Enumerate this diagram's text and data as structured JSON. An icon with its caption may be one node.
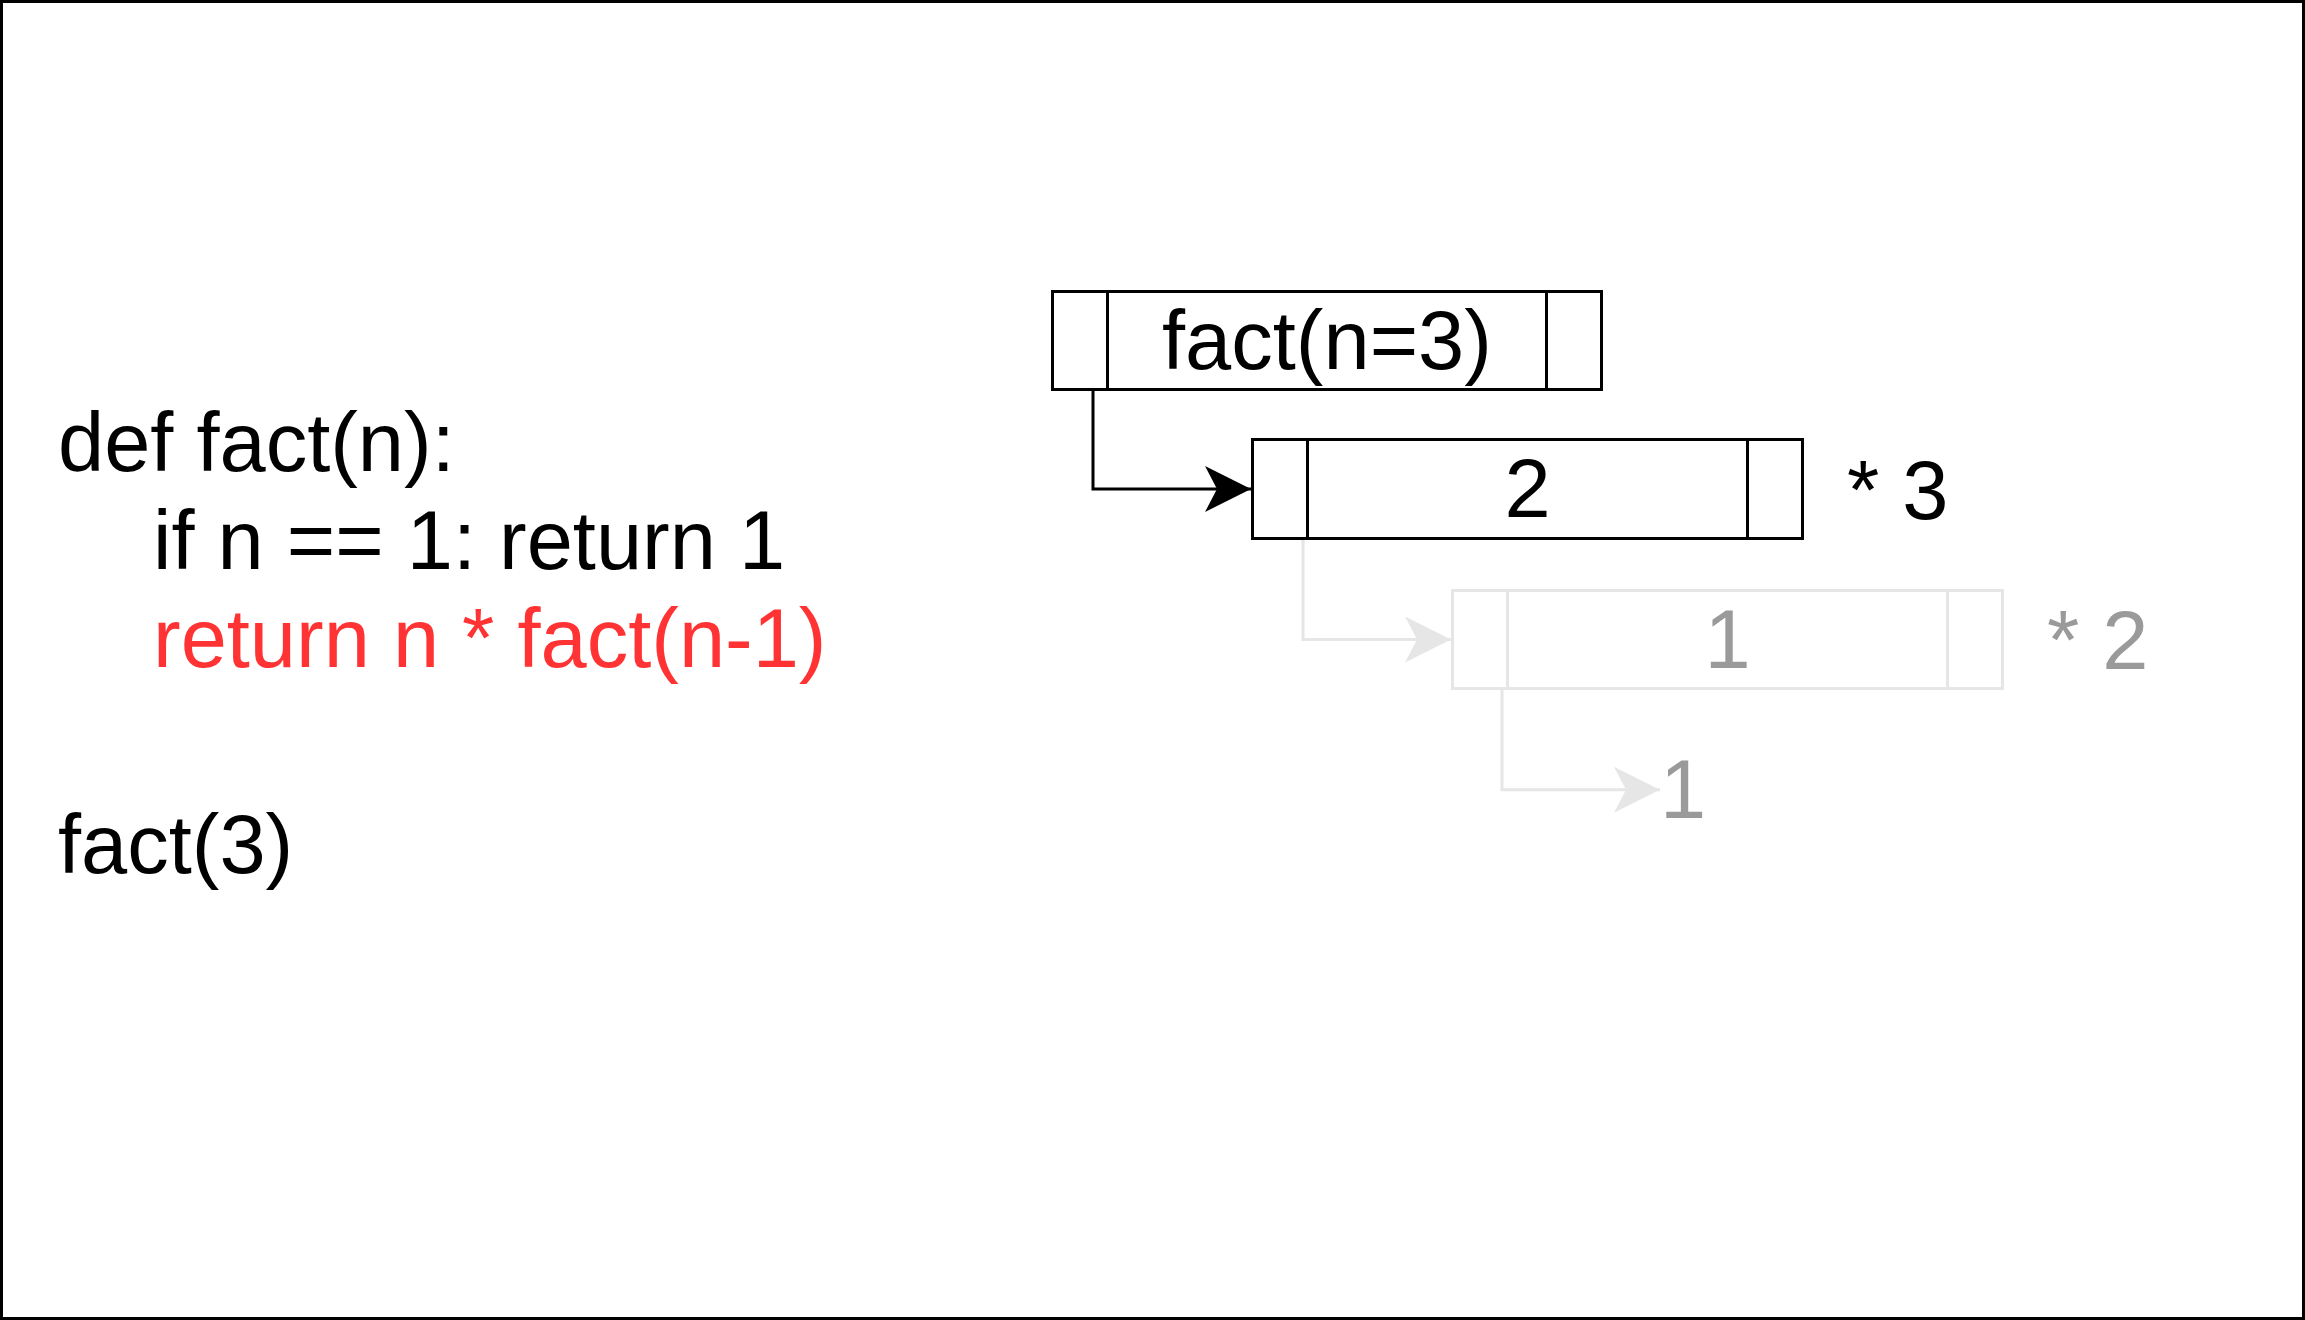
{
  "diagram": {
    "nodes": [
      {
        "text": [
          "fact(n=3)"
        ]
      },
      {
        "text": [
          "2"
        ],
        "beside": [
          "* 3"
        ]
      },
      {
        "text": [
          "1"
        ],
        "beside": [
          "* 2"
        ]
      },
      {
        "text": [
          "1"
        ]
      }
    ],
    "edges": [
      {
        "from": 0,
        "to": 1,
        "arrow": "to",
        "color": "#000000"
      },
      {
        "from": 1,
        "to": 2,
        "arrow": "to",
        "color": "#e6e6e6"
      },
      {
        "from": 2,
        "to": 3,
        "arrow": "to",
        "color": "#e6e6e6"
      }
    ],
    "labels": [
      "def fact(n):",
      "if n == 1: return 1",
      "return n * fact(n-1)",
      "fact(3)"
    ]
  }
}
